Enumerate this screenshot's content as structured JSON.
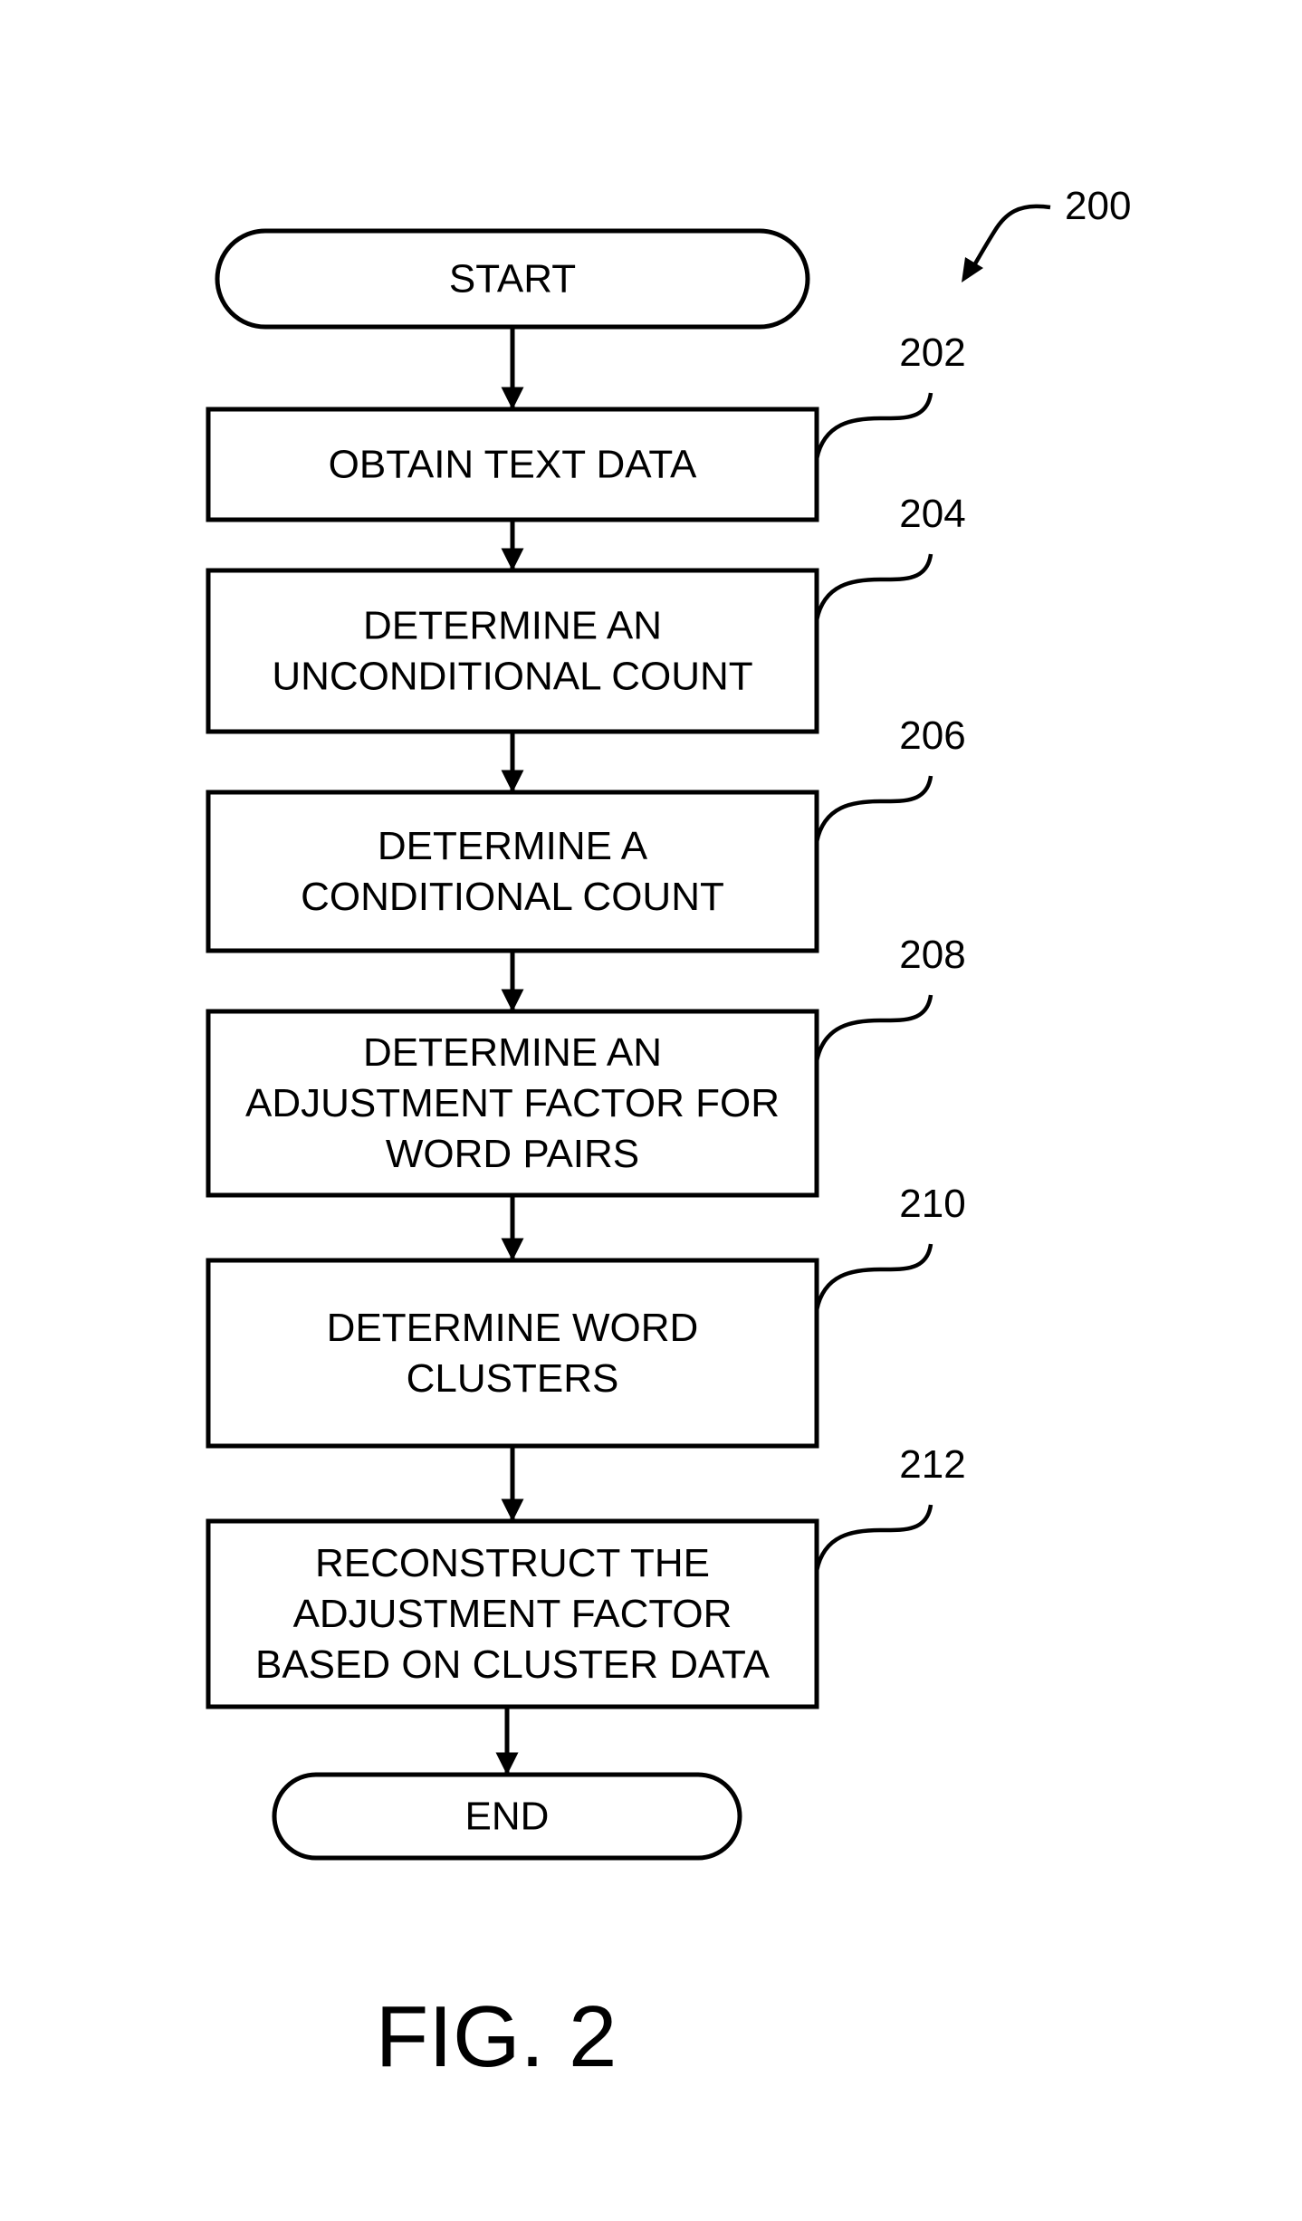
{
  "diagram": {
    "figure_ref": "200",
    "figure_label": "FIG. 2",
    "start": {
      "label": "START"
    },
    "steps": [
      {
        "ref": "202",
        "lines": [
          "OBTAIN TEXT DATA"
        ]
      },
      {
        "ref": "204",
        "lines": [
          "DETERMINE AN",
          "UNCONDITIONAL COUNT"
        ]
      },
      {
        "ref": "206",
        "lines": [
          "DETERMINE A",
          "CONDITIONAL COUNT"
        ]
      },
      {
        "ref": "208",
        "lines": [
          "DETERMINE AN",
          "ADJUSTMENT FACTOR FOR",
          "WORD PAIRS"
        ]
      },
      {
        "ref": "210",
        "lines": [
          "DETERMINE WORD",
          "CLUSTERS"
        ]
      },
      {
        "ref": "212",
        "lines": [
          "RECONSTRUCT THE",
          "ADJUSTMENT FACTOR",
          "BASED ON CLUSTER DATA"
        ]
      }
    ],
    "end": {
      "label": "END"
    }
  }
}
